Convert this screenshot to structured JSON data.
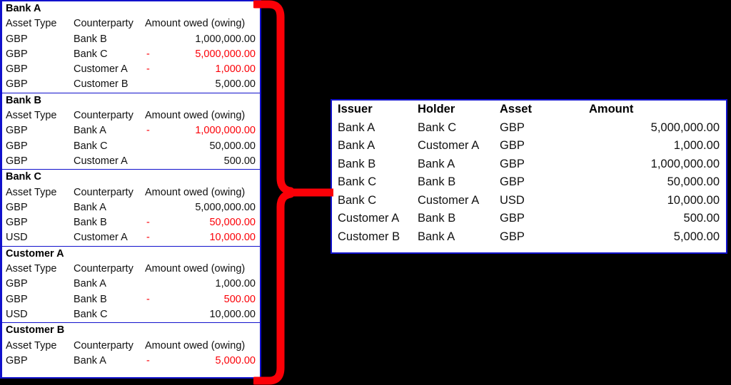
{
  "left_panel": {
    "name": "per-party-ledgers",
    "column_headers": {
      "asset_type": "Asset Type",
      "counterparty": "Counterparty",
      "amount": "Amount owed (owing)"
    },
    "negative_sign": "-",
    "parties": [
      {
        "name": "Bank A",
        "rows": [
          {
            "asset": "GBP",
            "counterparty": "Bank B",
            "amount": "1,000,000.00",
            "negative": false
          },
          {
            "asset": "GBP",
            "counterparty": "Bank C",
            "amount": "5,000,000.00",
            "negative": true
          },
          {
            "asset": "GBP",
            "counterparty": "Customer A",
            "amount": "1,000.00",
            "negative": true
          },
          {
            "asset": "GBP",
            "counterparty": "Customer B",
            "amount": "5,000.00",
            "negative": false
          }
        ]
      },
      {
        "name": "Bank B",
        "rows": [
          {
            "asset": "GBP",
            "counterparty": "Bank A",
            "amount": "1,000,000.00",
            "negative": true
          },
          {
            "asset": "GBP",
            "counterparty": "Bank C",
            "amount": "50,000.00",
            "negative": false
          },
          {
            "asset": "GBP",
            "counterparty": "Customer A",
            "amount": "500.00",
            "negative": false
          }
        ]
      },
      {
        "name": "Bank C",
        "rows": [
          {
            "asset": "GBP",
            "counterparty": "Bank A",
            "amount": "5,000,000.00",
            "negative": false
          },
          {
            "asset": "GBP",
            "counterparty": "Bank B",
            "amount": "50,000.00",
            "negative": true
          },
          {
            "asset": "USD",
            "counterparty": "Customer A",
            "amount": "10,000.00",
            "negative": true
          }
        ]
      },
      {
        "name": "Customer A",
        "rows": [
          {
            "asset": "GBP",
            "counterparty": "Bank A",
            "amount": "1,000.00",
            "negative": false
          },
          {
            "asset": "GBP",
            "counterparty": "Bank B",
            "amount": "500.00",
            "negative": true
          },
          {
            "asset": "USD",
            "counterparty": "Bank C",
            "amount": "10,000.00",
            "negative": false
          }
        ]
      },
      {
        "name": "Customer B",
        "rows": [
          {
            "asset": "GBP",
            "counterparty": "Bank A",
            "amount": "5,000.00",
            "negative": true
          }
        ]
      }
    ]
  },
  "right_panel": {
    "name": "consolidated-ledger",
    "column_headers": {
      "issuer": "Issuer",
      "holder": "Holder",
      "asset": "Asset",
      "amount": "Amount"
    },
    "rows": [
      {
        "issuer": "Bank A",
        "holder": "Bank C",
        "asset": "GBP",
        "amount": "5,000,000.00"
      },
      {
        "issuer": "Bank A",
        "holder": "Customer A",
        "asset": "GBP",
        "amount": "1,000.00"
      },
      {
        "issuer": "Bank B",
        "holder": "Bank A",
        "asset": "GBP",
        "amount": "1,000,000.00"
      },
      {
        "issuer": "Bank C",
        "holder": "Bank B",
        "asset": "GBP",
        "amount": "50,000.00"
      },
      {
        "issuer": "Bank C",
        "holder": "Customer A",
        "asset": "USD",
        "amount": "10,000.00"
      },
      {
        "issuer": "Customer A",
        "holder": "Bank B",
        "asset": "GBP",
        "amount": "500.00"
      },
      {
        "issuer": "Customer B",
        "holder": "Bank A",
        "asset": "GBP",
        "amount": "5,000.00"
      }
    ]
  },
  "connector": {
    "name": "red-brace-arrow",
    "color": "#fb0007"
  },
  "colors": {
    "border_blue": "#1111cc",
    "negative_red": "#fb0007",
    "arrow_red": "#fb0007",
    "background": "#000000",
    "table_background": "#ffffff",
    "text": "#111111"
  }
}
